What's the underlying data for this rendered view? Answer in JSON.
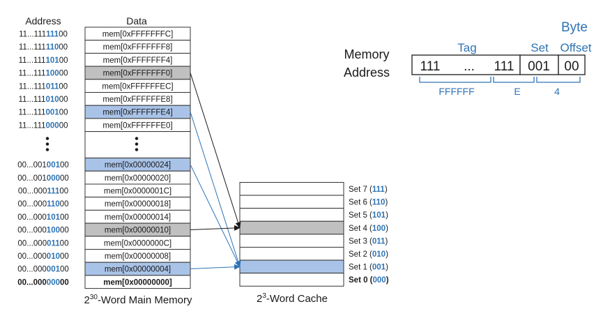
{
  "memory": {
    "address_header": "Address",
    "data_header": "Data",
    "rows": [
      {
        "addr_pre": "11...111",
        "addr_mid": "111",
        "addr_post": "00",
        "data": "mem[0xFFFFFFFC]",
        "fill": "white"
      },
      {
        "addr_pre": "11...111",
        "addr_mid": "110",
        "addr_post": "00",
        "data": "mem[0xFFFFFFF8]",
        "fill": "white"
      },
      {
        "addr_pre": "11...111",
        "addr_mid": "101",
        "addr_post": "00",
        "data": "mem[0xFFFFFFF4]",
        "fill": "white"
      },
      {
        "addr_pre": "11...111",
        "addr_mid": "100",
        "addr_post": "00",
        "data": "mem[0xFFFFFFF0]",
        "fill": "gray"
      },
      {
        "addr_pre": "11...111",
        "addr_mid": "011",
        "addr_post": "00",
        "data": "mem[0xFFFFFFEC]",
        "fill": "white"
      },
      {
        "addr_pre": "11...111",
        "addr_mid": "010",
        "addr_post": "00",
        "data": "mem[0xFFFFFFE8]",
        "fill": "white"
      },
      {
        "addr_pre": "11...111",
        "addr_mid": "001",
        "addr_post": "00",
        "data": "mem[0xFFFFFFE4]",
        "fill": "blue"
      },
      {
        "addr_pre": "11...111",
        "addr_mid": "000",
        "addr_post": "00",
        "data": "mem[0xFFFFFFE0]",
        "fill": "white"
      },
      {
        "ellipsis": true
      },
      {
        "addr_pre": "00...001",
        "addr_mid": "001",
        "addr_post": "00",
        "data": "mem[0x00000024]",
        "fill": "blue"
      },
      {
        "addr_pre": "00...001",
        "addr_mid": "000",
        "addr_post": "00",
        "data": "mem[0x00000020]",
        "fill": "white"
      },
      {
        "addr_pre": "00...000",
        "addr_mid": "111",
        "addr_post": "00",
        "data": "mem[0x0000001C]",
        "fill": "white"
      },
      {
        "addr_pre": "00...000",
        "addr_mid": "110",
        "addr_post": "00",
        "data": "mem[0x00000018]",
        "fill": "white"
      },
      {
        "addr_pre": "00...000",
        "addr_mid": "101",
        "addr_post": "00",
        "data": "mem[0x00000014]",
        "fill": "white"
      },
      {
        "addr_pre": "00...000",
        "addr_mid": "100",
        "addr_post": "00",
        "data": "mem[0x00000010]",
        "fill": "gray"
      },
      {
        "addr_pre": "00...000",
        "addr_mid": "011",
        "addr_post": "00",
        "data": "mem[0x0000000C]",
        "fill": "white"
      },
      {
        "addr_pre": "00...000",
        "addr_mid": "010",
        "addr_post": "00",
        "data": "mem[0x00000008]",
        "fill": "white"
      },
      {
        "addr_pre": "00...000",
        "addr_mid": "001",
        "addr_post": "00",
        "data": "mem[0x00000004]",
        "fill": "blue"
      },
      {
        "addr_pre": "00...000",
        "addr_mid": "000",
        "addr_post": "00",
        "data": "mem[0x00000000]",
        "fill": "white",
        "bold": true
      }
    ],
    "caption_base": "2",
    "caption_exp": "30",
    "caption_rest": "-Word Main Memory"
  },
  "cache": {
    "sets": [
      {
        "label": "Set 7 (",
        "bits": "111",
        "close": ")",
        "fill": "white"
      },
      {
        "label": "Set 6 (",
        "bits": "110",
        "close": ")",
        "fill": "white"
      },
      {
        "label": "Set 5 (",
        "bits": "101",
        "close": ")",
        "fill": "white"
      },
      {
        "label": "Set 4 (",
        "bits": "100",
        "close": ")",
        "fill": "gray"
      },
      {
        "label": "Set 3 (",
        "bits": "011",
        "close": ")",
        "fill": "white"
      },
      {
        "label": "Set 2 (",
        "bits": "010",
        "close": ")",
        "fill": "white"
      },
      {
        "label": "Set 1 (",
        "bits": "001",
        "close": ")",
        "fill": "blue"
      },
      {
        "label": "Set 0 (",
        "bits": "000",
        "close": ")",
        "fill": "white",
        "bold": true
      }
    ],
    "caption_base": "2",
    "caption_exp": "3",
    "caption_rest": "-Word Cache"
  },
  "address_format": {
    "label_line1": "Memory",
    "label_line2": "Address",
    "tag_label": "Tag",
    "set_label": "Set",
    "byte_label": "Byte",
    "offset_label": "Offset",
    "tag_bits_left": "111",
    "tag_ellipsis": "...",
    "tag_bits_right": "111",
    "set_bits": "001",
    "offset_bits": "00",
    "tag_value": "FFFFFF",
    "set_value": "E",
    "offset_value": "4"
  },
  "arrows": [
    {
      "from_row": 3,
      "to_set": 4
    },
    {
      "from_row": 6,
      "to_set": 1
    },
    {
      "from_row": 9,
      "to_set": 1
    },
    {
      "from_row": 14,
      "to_set": 4
    },
    {
      "from_row": 17,
      "to_set": 1
    }
  ],
  "colors": {
    "accent": "#2e74b5",
    "gray_fill": "#c0c0c0",
    "blue_fill": "#a9c3e8",
    "text": "#1a1a1a",
    "border": "#333333"
  }
}
